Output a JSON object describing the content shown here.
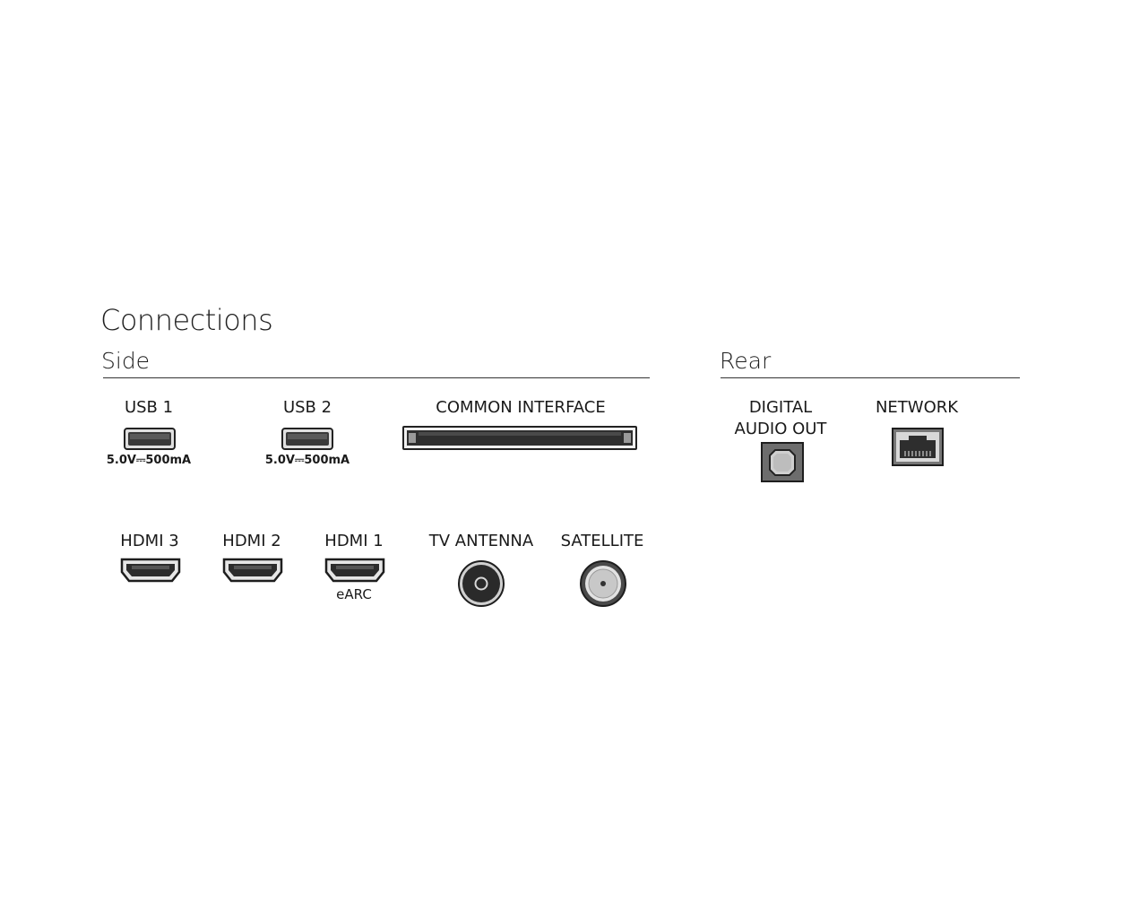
{
  "title": "Connections",
  "sections": {
    "side": {
      "title": "Side"
    },
    "rear": {
      "title": "Rear"
    }
  },
  "ports": {
    "usb1": {
      "label": "USB 1",
      "spec": "5.0V⎓500mA",
      "icon": "usb-port-icon"
    },
    "usb2": {
      "label": "USB 2",
      "spec": "5.0V⎓500mA",
      "icon": "usb-port-icon"
    },
    "common_interface": {
      "label": "COMMON INTERFACE",
      "icon": "ci-slot-icon"
    },
    "hdmi3": {
      "label": "HDMI 3",
      "icon": "hdmi-port-icon"
    },
    "hdmi2": {
      "label": "HDMI 2",
      "icon": "hdmi-port-icon"
    },
    "hdmi1": {
      "label": "HDMI 1",
      "sub": "eARC",
      "icon": "hdmi-port-icon"
    },
    "tv_antenna": {
      "label": "TV ANTENNA",
      "icon": "antenna-port-icon"
    },
    "satellite": {
      "label": "SATELLITE",
      "icon": "satellite-port-icon"
    },
    "digital_audio_out": {
      "label_line1": "DIGITAL",
      "label_line2": "AUDIO OUT",
      "icon": "optical-port-icon"
    },
    "network": {
      "label": "NETWORK",
      "icon": "ethernet-port-icon"
    }
  },
  "colors": {
    "port_dark": "#2b2b2b",
    "port_mid": "#8a8a8a",
    "port_light": "#d9d9d9"
  }
}
